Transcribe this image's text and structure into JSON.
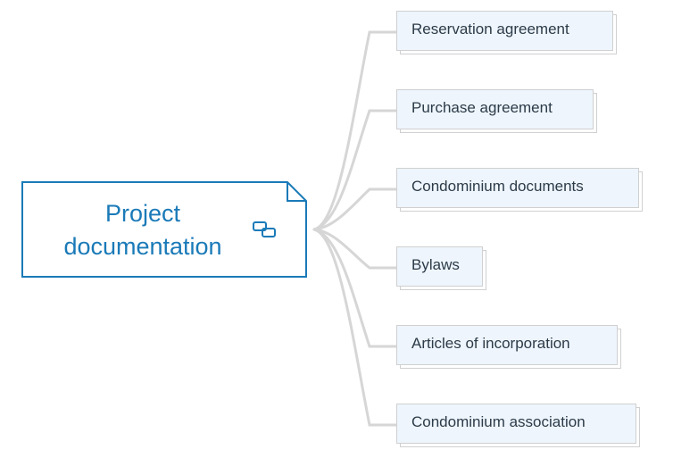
{
  "root": {
    "title_line1": "Project",
    "title_line2": "documentation",
    "icon": "link-icon",
    "color": "#1a7ab8"
  },
  "topics": [
    {
      "label": "Reservation agreement"
    },
    {
      "label": "Purchase agreement"
    },
    {
      "label": "Condominium documents"
    },
    {
      "label": "Bylaws"
    },
    {
      "label": "Articles of incorporation"
    },
    {
      "label": "Condominium association"
    }
  ],
  "colors": {
    "connector": "#d6d6d6",
    "topic_fill": "#eef5fc",
    "topic_border": "#d0d0d0",
    "topic_text": "#2c3b48"
  }
}
